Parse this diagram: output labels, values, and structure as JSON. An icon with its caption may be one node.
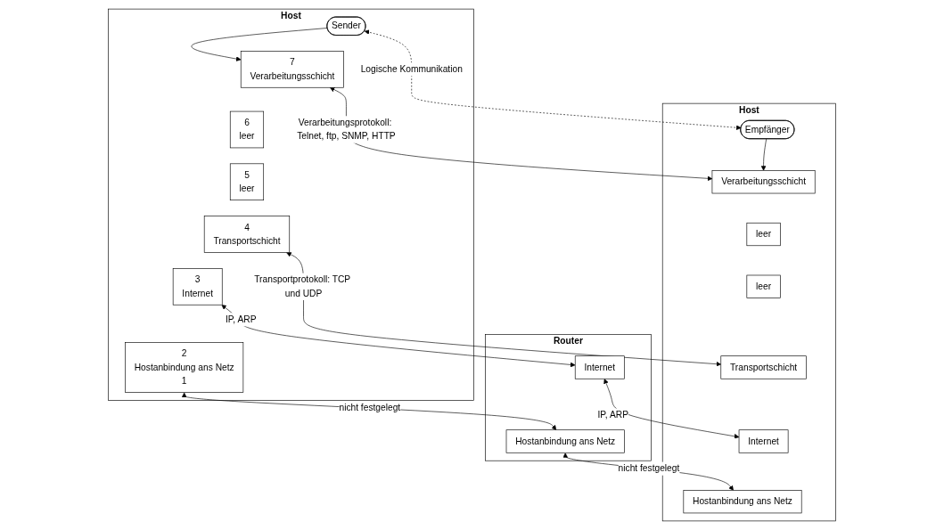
{
  "diagram": {
    "nodes": [
      {
        "text": [
          "Host"
        ]
      },
      {
        "text": [
          "Sender"
        ],
        "in": 0
      },
      {
        "text": [
          "7",
          "Verarbeitungsschicht"
        ],
        "in": 0
      },
      {
        "text": [
          "6",
          "leer"
        ],
        "in": 0
      },
      {
        "text": [
          "5",
          "leer"
        ],
        "in": 0
      },
      {
        "text": [
          "4",
          "Transportschicht"
        ],
        "in": 0
      },
      {
        "text": [
          "3",
          "Internet"
        ],
        "in": 0
      },
      {
        "text": [
          "2",
          "Hostanbindung ans Netz",
          "1"
        ],
        "in": 0
      },
      {
        "text": [
          "Router"
        ]
      },
      {
        "text": [
          "Internet"
        ],
        "in": 8
      },
      {
        "text": [
          "Hostanbindung ans Netz"
        ],
        "in": 8
      },
      {
        "text": [
          "Host"
        ]
      },
      {
        "text": [
          "Empfänger"
        ],
        "in": 11
      },
      {
        "text": [
          "Verarbeitungsschicht"
        ],
        "in": 11
      },
      {
        "text": [
          "leer"
        ],
        "in": 11
      },
      {
        "text": [
          "leer"
        ],
        "in": 11
      },
      {
        "text": [
          "Transportschicht"
        ],
        "in": 11
      },
      {
        "text": [
          "Internet"
        ],
        "in": 11
      },
      {
        "text": [
          "Hostanbindung ans Netz"
        ],
        "in": 11
      }
    ],
    "edges": [
      {
        "from": 1,
        "to": 12,
        "arrow": "both",
        "label": "Logische Kommunikation",
        "style": "dashed"
      },
      {
        "from": 1,
        "to": 2,
        "arrow": "to"
      },
      {
        "from": 12,
        "to": 13,
        "arrow": "to"
      },
      {
        "from": 2,
        "to": 13,
        "arrow": "both",
        "label": "Verarbeitungsprotokoll: Telnet, ftp, SNMP, HTTP"
      },
      {
        "from": 5,
        "to": 16,
        "arrow": "both",
        "label": "Transportprotokoll: TCP und UDP"
      },
      {
        "from": 6,
        "to": 9,
        "arrow": "both",
        "label": "IP, ARP"
      },
      {
        "from": 9,
        "to": 17,
        "arrow": "both",
        "label": "IP, ARP"
      },
      {
        "from": 7,
        "to": 10,
        "arrow": "both",
        "label": "nicht festgelegt"
      },
      {
        "from": 10,
        "to": 18,
        "arrow": "both",
        "label": "nicht festgelegt"
      }
    ]
  }
}
